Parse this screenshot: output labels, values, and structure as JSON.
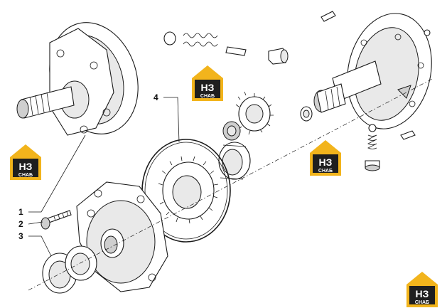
{
  "callouts": [
    "1",
    "2",
    "3",
    "4"
  ],
  "watermark": {
    "letters": "НЗ",
    "sub": "СНАБ",
    "house_color": "#f2b41c",
    "panel_color": "#1f1f1f"
  }
}
